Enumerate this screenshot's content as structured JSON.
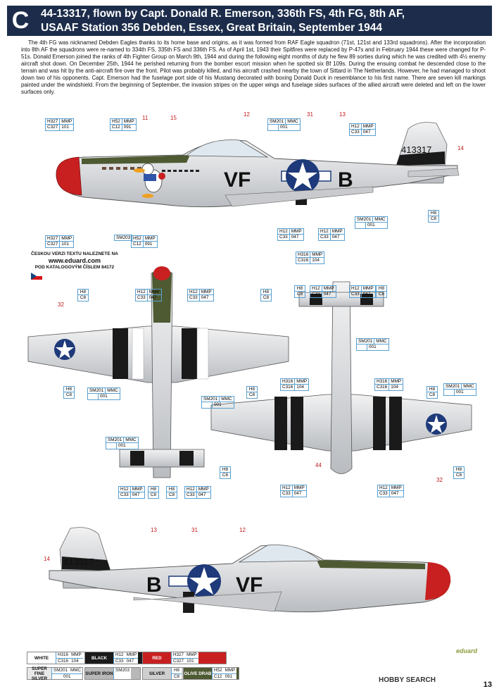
{
  "header": {
    "letter": "C",
    "line1": "44-13317, flown by Capt. Donald R. Emerson, 336th FS, 4th FG, 8th AF,",
    "line2": "USAAF Station 356 Debden, Essex, Great Britain, September 1944"
  },
  "description": "The 4th FG was nicknamed Debden Eagles thanks to its home base and origins, as it was formed from RAF Eagle squadron (71st, 121st and 133rd squadrons). After the incorporation into 8th AF the squadrons were re-named to 334th FS, 335th FS and 336th FS. As of April 1st, 1943 their Spitfires were replaced by P-47s and in February 1944 these were changed for P-51s. Donald Emerson joined the ranks of 4th Fighter Group on March 9th, 1944 and during the following eight months of duty he flew 89 sorties during which he was credited with 4½ enemy aircraft shot down. On December 25th, 1944 he perished returning from the bomber escort mission when he spotted six Bf 109s. During the ensuing combat he descended close to the terrain and was hit by the anti-aircraft fire over the front. Pilot was probably killed, and his aircraft crashed nearby the town of Sittard in The Netherlands. However, he had managed to shoot down two of his opponents. Capt. Emerson had the fuselage port side of his Mustang decorated with boxing Donald Duck in resemblance to his first name. There are seven kill markings painted under the windshield. From the beginning of September, the invasion stripes on the upper wings and fuselage sides surfaces of the allied aircraft were deleted and left on the lower surfaces only.",
  "czech_note": {
    "line1": "ČESKOU VERZI TEXTU NALEZNETE NA",
    "url": "www.eduard.com",
    "line2": "POD KATALOGOVÝM ČÍSLEM 84172"
  },
  "aircraft": {
    "serial": "413317",
    "code_left": "VF",
    "code_right": "B"
  },
  "numbers": [
    "11",
    "15",
    "12",
    "31",
    "13",
    "14",
    "32",
    "44",
    "32",
    "13",
    "31",
    "12",
    "14"
  ],
  "callouts": {
    "h327": [
      "H327",
      "MMP",
      "C327",
      "101"
    ],
    "h52": [
      "H52",
      "MMP",
      "C12",
      "091"
    ],
    "sm201": [
      "SM201",
      "MMC",
      "001"
    ],
    "h12": [
      "H12",
      "MMP",
      "C33",
      "047"
    ],
    "h8": [
      "H8",
      "C8"
    ],
    "sm203": [
      "SM203"
    ],
    "h316": [
      "H316",
      "MMP",
      "C316",
      "104"
    ]
  },
  "legend": [
    {
      "name": "WHITE",
      "codes": [
        "H316",
        "MMP",
        "C316",
        "104"
      ],
      "color": "#ffffff"
    },
    {
      "name": "BLACK",
      "codes": [
        "H12",
        "MMP",
        "C33",
        "047"
      ],
      "color": "#1a1a1a"
    },
    {
      "name": "RED",
      "codes": [
        "H327",
        "MMP",
        "C327",
        "101"
      ],
      "color": "#c82020"
    },
    {
      "name": "SUPER FINE SILVER",
      "codes": [
        "SM201",
        "MMC",
        "001"
      ],
      "color": "#e8e8e8"
    },
    {
      "name": "SUPER IRON",
      "codes": [
        "SM203"
      ],
      "color": "#b8b8b8"
    },
    {
      "name": "SILVER",
      "codes": [
        "H8",
        "C8"
      ],
      "color": "#cfcfcf"
    },
    {
      "name": "OLIVE DRAB",
      "codes": [
        "H52",
        "MMP",
        "C12",
        "091"
      ],
      "color": "#4e5a32"
    }
  ],
  "brand": "eduard",
  "watermark": "HOBBY SEARCH",
  "page_number": "13"
}
